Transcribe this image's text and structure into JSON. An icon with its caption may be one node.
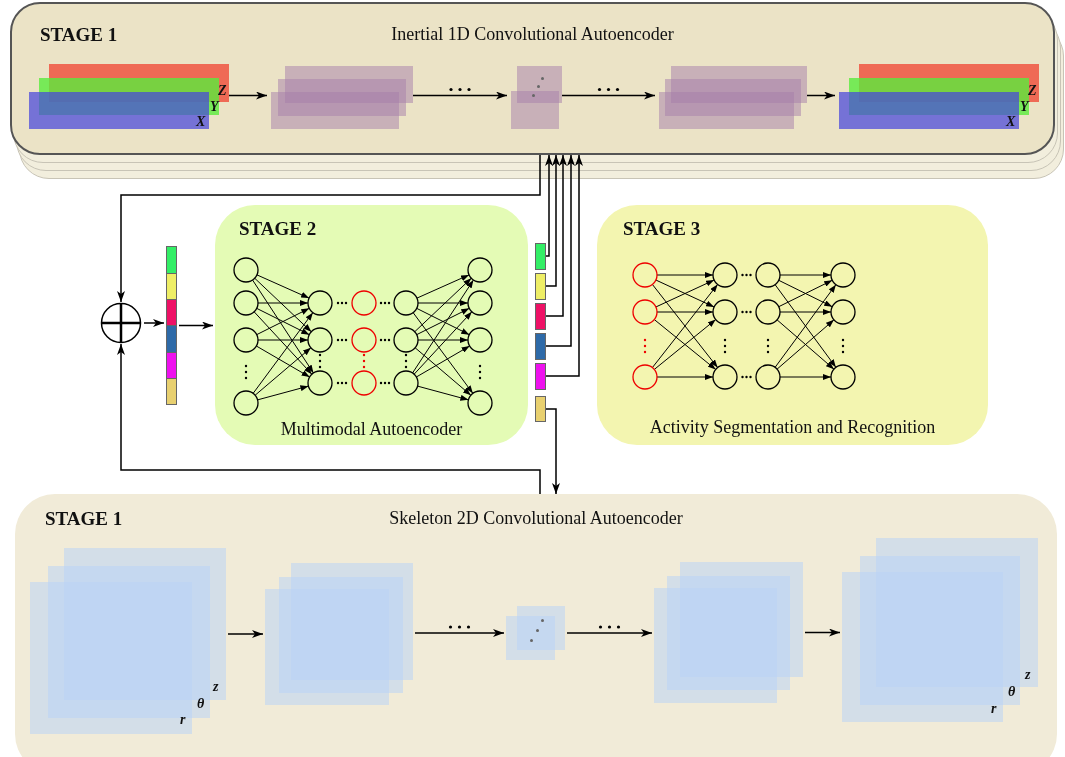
{
  "diagram": {
    "nodes": [
      {
        "text": [
          "STAGE 1",
          "Inertial 1D Convolutional Autoencoder"
        ]
      },
      {
        "text": [
          "Z",
          "Y",
          "X"
        ],
        "in": 0
      },
      {
        "text": [],
        "shape": "box",
        "in": 0
      },
      {
        "text": [],
        "shape": "box",
        "in": 0
      },
      {
        "text": [],
        "shape": "box",
        "in": 0
      },
      {
        "text": [
          "Z",
          "Y",
          "X"
        ],
        "in": 0
      },
      {
        "text": [],
        "shape": "circle"
      },
      {
        "text": [],
        "shape": "bar"
      },
      {
        "text": [
          "STAGE 2",
          "Multimodal Autoencoder"
        ]
      },
      {
        "text": [],
        "shape": "picture",
        "in": 8
      },
      {
        "text": [],
        "shape": "box"
      },
      {
        "text": [],
        "shape": "box"
      },
      {
        "text": [],
        "shape": "box"
      },
      {
        "text": [],
        "shape": "box"
      },
      {
        "text": [],
        "shape": "box"
      },
      {
        "text": [],
        "shape": "box"
      },
      {
        "text": [
          "STAGE 3",
          "Activity Segmentation and Recognition"
        ]
      },
      {
        "text": [],
        "shape": "picture",
        "in": 16
      },
      {
        "text": [
          "STAGE 1",
          "Skeleton 2D Convolutional Autoencoder"
        ]
      },
      {
        "text": [
          "z",
          "θ",
          "r"
        ],
        "in": 18
      },
      {
        "text": [],
        "shape": "box",
        "in": 18
      },
      {
        "text": [],
        "shape": "box",
        "in": 18
      },
      {
        "text": [],
        "shape": "box",
        "in": 18
      },
      {
        "text": [
          "z",
          "θ",
          "r"
        ],
        "in": 18
      }
    ],
    "edges": [
      {
        "from": 1,
        "to": 2,
        "arrow": "to"
      },
      {
        "from": 2,
        "to": 3,
        "arrow": "to"
      },
      {
        "from": 3,
        "to": 4,
        "arrow": "to"
      },
      {
        "from": 4,
        "to": 5,
        "arrow": "to"
      },
      {
        "from": 19,
        "to": 20,
        "arrow": "to"
      },
      {
        "from": 20,
        "to": 21,
        "arrow": "to"
      },
      {
        "from": 21,
        "to": 22,
        "arrow": "to"
      },
      {
        "from": 22,
        "to": 23,
        "arrow": "to"
      },
      {
        "from": 0,
        "to": 6,
        "arrow": "to"
      },
      {
        "from": 18,
        "to": 6,
        "arrow": "to"
      },
      {
        "from": 6,
        "to": 7,
        "arrow": "to"
      },
      {
        "from": 7,
        "to": 8,
        "arrow": "to"
      },
      {
        "from": 10,
        "to": 0,
        "arrow": "to"
      },
      {
        "from": 11,
        "to": 0,
        "arrow": "to"
      },
      {
        "from": 12,
        "to": 0,
        "arrow": "to"
      },
      {
        "from": 13,
        "to": 0,
        "arrow": "to"
      },
      {
        "from": 14,
        "to": 0,
        "arrow": "to"
      },
      {
        "from": 15,
        "to": 18,
        "arrow": "to"
      }
    ]
  }
}
